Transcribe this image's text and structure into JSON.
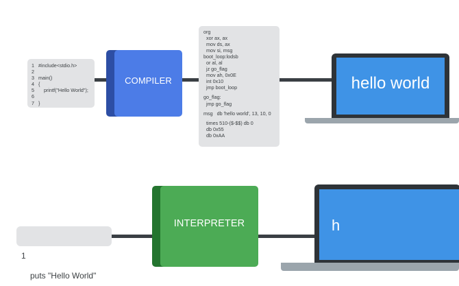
{
  "compiled": {
    "source_code": {
      "lines": [
        {
          "number": "1",
          "text": "#include<stdio.h>"
        },
        {
          "number": "2",
          "text": ""
        },
        {
          "number": "3",
          "text": "main()"
        },
        {
          "number": "4",
          "text": "{"
        },
        {
          "number": "5",
          "text": "    printf(\"Hello World\");"
        },
        {
          "number": "6",
          "text": ""
        },
        {
          "number": "7",
          "text": "}"
        }
      ]
    },
    "compiler_label": "COMPILER",
    "assembly": {
      "block1": [
        "org",
        "  xor ax, ax",
        "  mov ds, ax",
        "  mov si, msg",
        "boot_loop:lodsb",
        "  or al, al",
        "  jz go_flag",
        "  mov ah, 0x0E",
        "  int 0x10",
        "  jmp boot_loop"
      ],
      "block2": [
        "go_flag:",
        "  jmp go_flag"
      ],
      "block3": [
        "msg   db 'hello world', 13, 10, 0"
      ],
      "block4": [
        "  times 510-($-$$) db 0",
        "  db 0x55",
        "  db 0xAA"
      ]
    },
    "screen_output": "hello world"
  },
  "interpreted": {
    "source_code": {
      "number": "1",
      "text": "puts \"Hello World\""
    },
    "interpreter_label": "INTERPRETER",
    "screen_output": "h"
  },
  "colors": {
    "compiler_front": "#4c7ce7",
    "compiler_back": "#2d4ea4",
    "interpreter_front": "#4cab55",
    "interpreter_back": "#24752f",
    "screen": "#3f93e6",
    "laptop_frame": "#2e3338",
    "code_card": "#e2e3e5",
    "connector": "#3a3f44"
  }
}
